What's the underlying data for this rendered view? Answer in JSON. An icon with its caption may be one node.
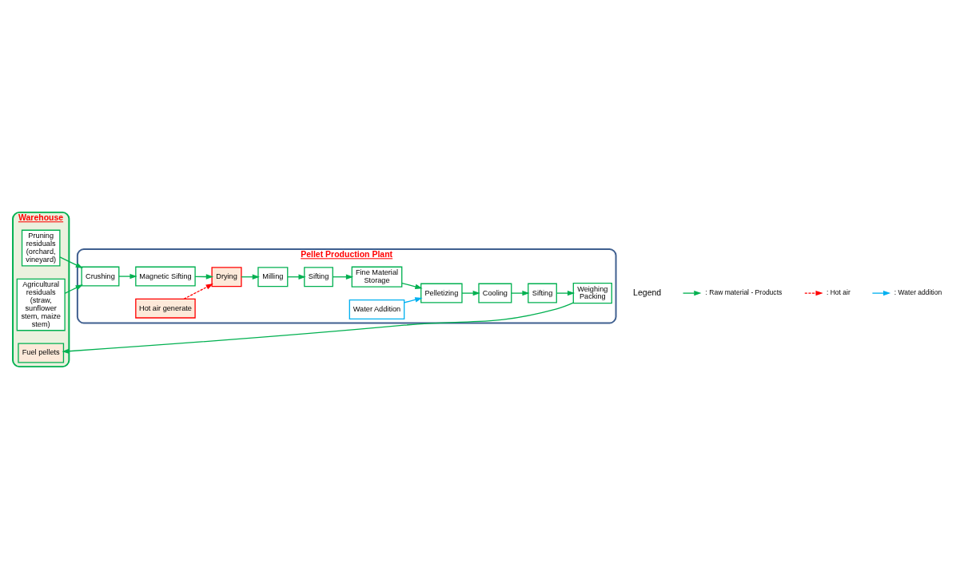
{
  "diagram": {
    "nodes": [
      {
        "text": [
          "Warehouse"
        ]
      },
      {
        "text": [
          "Pruning residuals (orchard, vineyard)"
        ],
        "in": 0
      },
      {
        "text": [
          "Agricultural residuals (straw, sunflower stem, maize stem)"
        ],
        "in": 0
      },
      {
        "text": [
          "Fuel pellets"
        ],
        "in": 0
      },
      {
        "text": [
          "Pellet Production Plant"
        ]
      },
      {
        "text": [
          "Crushing"
        ],
        "in": 4
      },
      {
        "text": [
          "Magnetic Sifting"
        ],
        "in": 4
      },
      {
        "text": [
          "Drying"
        ],
        "in": 4
      },
      {
        "text": [
          "Milling"
        ],
        "in": 4
      },
      {
        "text": [
          "Hot air generate"
        ],
        "in": 4
      },
      {
        "text": [
          "Sifting"
        ],
        "in": 4
      },
      {
        "text": [
          "Fine Material Storage"
        ],
        "in": 4
      },
      {
        "text": [
          "Water Addition"
        ],
        "in": 4
      },
      {
        "text": [
          "Pelletizing"
        ],
        "in": 4
      },
      {
        "text": [
          "Cooling"
        ],
        "in": 4
      },
      {
        "text": [
          "Sifting"
        ],
        "in": 4
      },
      {
        "text": [
          "Weighing Packing"
        ],
        "in": 4
      }
    ],
    "edges": [
      {
        "from": 1,
        "to": 5,
        "arrow": "to"
      },
      {
        "from": 2,
        "to": 5,
        "arrow": "to"
      },
      {
        "from": 5,
        "to": 6,
        "arrow": "to"
      },
      {
        "from": 6,
        "to": 7,
        "arrow": "to"
      },
      {
        "from": 7,
        "to": 8,
        "arrow": "to"
      },
      {
        "from": 9,
        "to": 7,
        "arrow": "to",
        "style": "dashed",
        "color": "#ff0000"
      },
      {
        "from": 8,
        "to": 10,
        "arrow": "to"
      },
      {
        "from": 10,
        "to": 11,
        "arrow": "to"
      },
      {
        "from": 11,
        "to": 13,
        "arrow": "to"
      },
      {
        "from": 12,
        "to": 13,
        "arrow": "to",
        "color": "#00b0f0"
      },
      {
        "from": 13,
        "to": 14,
        "arrow": "to"
      },
      {
        "from": 14,
        "to": 15,
        "arrow": "to"
      },
      {
        "from": 15,
        "to": 16,
        "arrow": "to"
      },
      {
        "from": 16,
        "to": 3,
        "arrow": "to"
      }
    ],
    "labels": [
      "Legend"
    ],
    "legend": [
      {
        "text": ": Raw material - Products"
      },
      {
        "text": ": Hot air"
      },
      {
        "text": ": Water addition"
      }
    ]
  }
}
